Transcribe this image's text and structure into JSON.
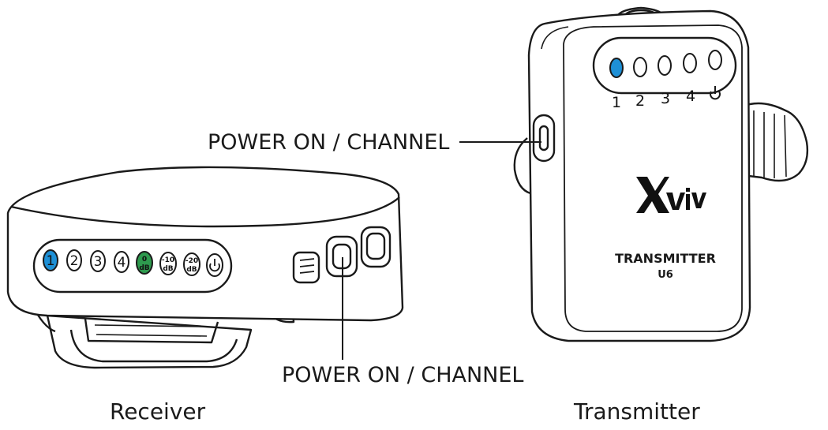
{
  "callouts": {
    "transmitter_button": "POWER ON / CHANNEL",
    "receiver_button": "POWER ON / CHANNEL"
  },
  "captions": {
    "receiver": "Receiver",
    "transmitter": "Transmitter"
  },
  "receiver_panel": {
    "channels": [
      "1",
      "2",
      "3",
      "4"
    ],
    "gain": [
      {
        "value": "0",
        "unit": "dB"
      },
      {
        "value": "-10",
        "unit": "dB"
      },
      {
        "value": "-20",
        "unit": "dB"
      }
    ],
    "power_icon": "power-icon"
  },
  "transmitter_panel": {
    "channels": [
      "1",
      "2",
      "3",
      "4"
    ],
    "power_icon": "power-icon",
    "brand_logo": "xvive-logo",
    "model_line1": "TRANSMITTER",
    "model_line2": "U6"
  },
  "colors": {
    "active_led": "#1e90d6",
    "gain_led": "#2e9a4e",
    "outline": "#1a1a1a"
  }
}
